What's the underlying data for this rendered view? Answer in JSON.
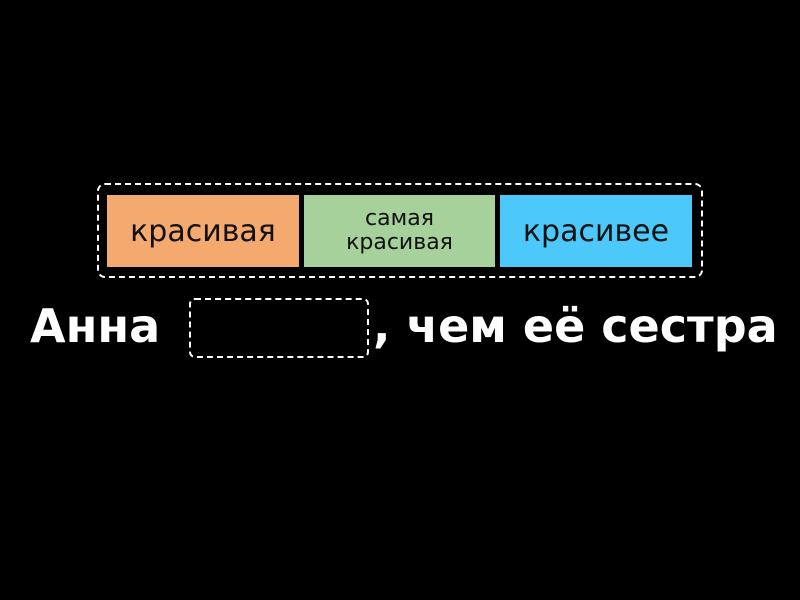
{
  "tiles": [
    {
      "label": "красивая",
      "color": "#f4a96e"
    },
    {
      "label": "самая красивая",
      "color": "#a6d19a"
    },
    {
      "label": "красивее",
      "color": "#4cc8fb"
    }
  ],
  "sentence": {
    "before": "Анна",
    "after": ", чем её сестра"
  }
}
